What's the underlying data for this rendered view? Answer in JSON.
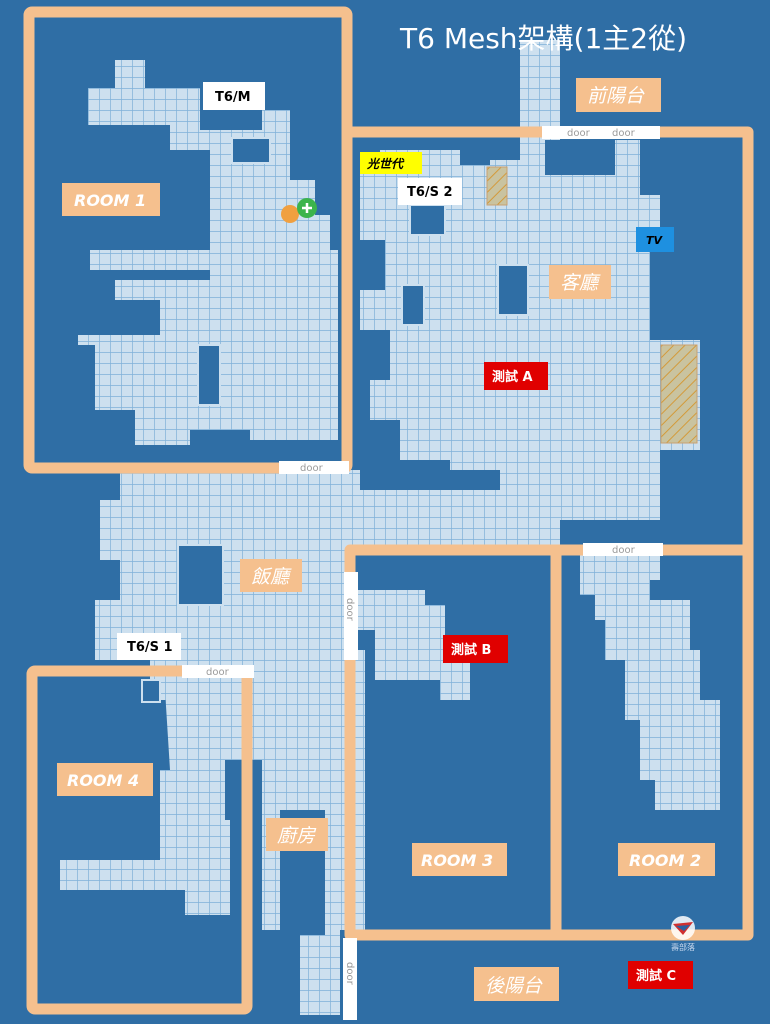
{
  "title": "T6 Mesh架構(1主2從)",
  "colors": {
    "background": "#2f6ea5",
    "floor": "#cde0ef",
    "grid": "#7fb0d8",
    "wall": "#f5c08e",
    "label_box": "#f5c08e",
    "node_box": "#ffffff",
    "test_box": "#e00000",
    "tv_box": "#1e90e0",
    "brand_box": "#ffff00"
  },
  "rooms": {
    "room1": "ROOM 1",
    "room2": "ROOM 2",
    "room3": "ROOM 3",
    "room4": "ROOM 4"
  },
  "areas": {
    "front_balcony": "前陽台",
    "living_room": "客廳",
    "dining_room": "飯廳",
    "kitchen": "廚房",
    "back_balcony": "後陽台"
  },
  "nodes": {
    "main": "T6/M",
    "sat1": "T6/S 1",
    "sat2": "T6/S 2"
  },
  "tests": {
    "a": "測試 A",
    "b": "測試 B",
    "c": "測試 C"
  },
  "tv": "TV",
  "brand": "光世代",
  "door": "door",
  "watermark": "壽部落",
  "icons": {
    "robot_dock": "robot-dock-icon",
    "robot_position": "robot-position-icon",
    "watermark_logo": "bird-logo-icon"
  }
}
